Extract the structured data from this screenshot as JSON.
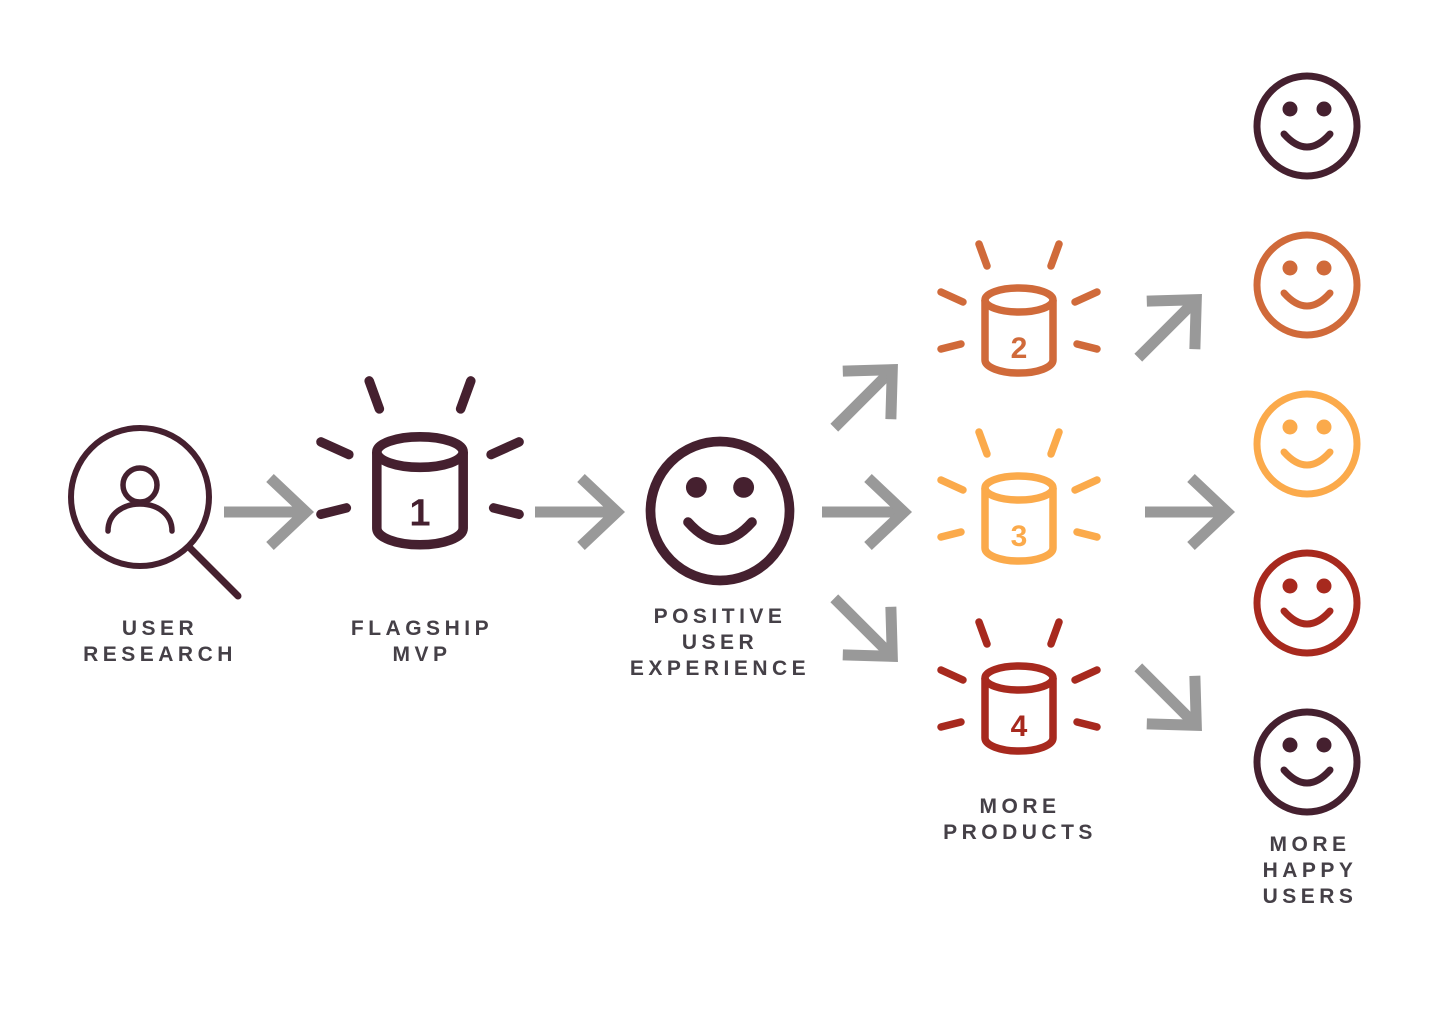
{
  "colors": {
    "dark": "#45202f",
    "orange": "#d06a3a",
    "yellow": "#fbaa4b",
    "red": "#a7291e",
    "arrow": "#999999",
    "label": "#454047"
  },
  "nodes": {
    "user_research": {
      "icon": "magnifier-user-icon",
      "label_lines": [
        "USER",
        "RESEARCH"
      ]
    },
    "flagship_mvp": {
      "icon": "product-cylinder-icon",
      "number": "1",
      "label_lines": [
        "FLAGSHIP",
        "MVP"
      ]
    },
    "positive_ux": {
      "icon": "smiley-icon",
      "label_lines": [
        "POSITIVE",
        "USER",
        "EXPERIENCE"
      ]
    },
    "more_products": {
      "label_lines": [
        "MORE",
        "PRODUCTS"
      ],
      "items": [
        {
          "number": "2",
          "color": "#d06a3a"
        },
        {
          "number": "3",
          "color": "#fbaa4b"
        },
        {
          "number": "4",
          "color": "#a7291e"
        }
      ]
    },
    "more_happy_users": {
      "label_lines": [
        "MORE",
        "HAPPY",
        "USERS"
      ],
      "faces": [
        {
          "color": "#45202f"
        },
        {
          "color": "#d06a3a"
        },
        {
          "color": "#fbaa4b"
        },
        {
          "color": "#a7291e"
        },
        {
          "color": "#45202f"
        }
      ]
    }
  }
}
